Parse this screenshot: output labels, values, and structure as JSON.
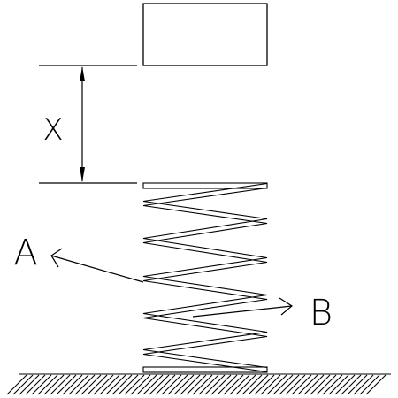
{
  "labels": {
    "distance": "X",
    "point_a": "A",
    "point_b": "B"
  },
  "colors": {
    "stroke": "#000000",
    "background": "#ffffff"
  }
}
